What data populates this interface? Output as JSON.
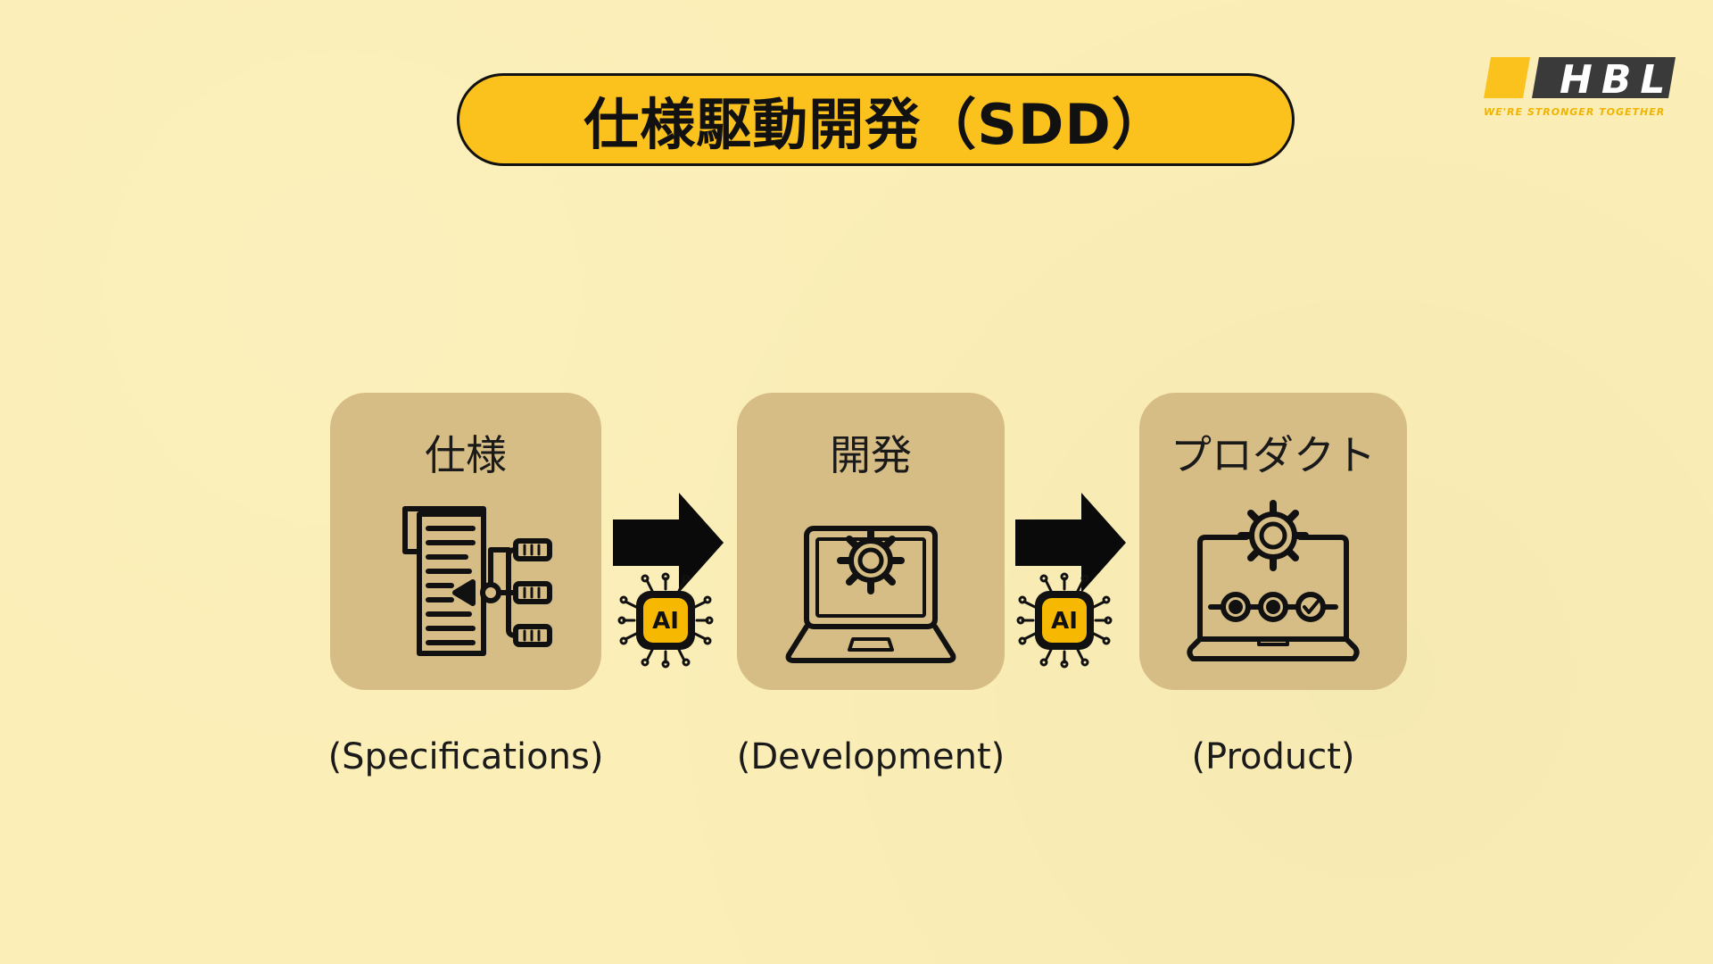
{
  "title": "仕様駆動開発（SDD）",
  "logo": {
    "text": "HBL",
    "tagline": "WE'RE STRONGER TOGETHER"
  },
  "stages": [
    {
      "title": "仕様",
      "caption": "(Specifications)",
      "icon": "document-structure-icon"
    },
    {
      "title": "開発",
      "caption": "(Development)",
      "icon": "laptop-gear-icon"
    },
    {
      "title": "プロダクト",
      "caption": "(Product)",
      "icon": "laptop-gear-progress-icon"
    }
  ],
  "connectors": [
    {
      "icon": "arrow-right-icon",
      "chip_label": "AI"
    },
    {
      "icon": "arrow-right-icon",
      "chip_label": "AI"
    }
  ],
  "colors": {
    "background": "#fbeeb6",
    "title_pill": "#fbc21d",
    "card": "#d6bd86",
    "chip": "#f6b800",
    "logo_accent": "#fbc21d",
    "logo_dark": "#3a3a3a"
  }
}
